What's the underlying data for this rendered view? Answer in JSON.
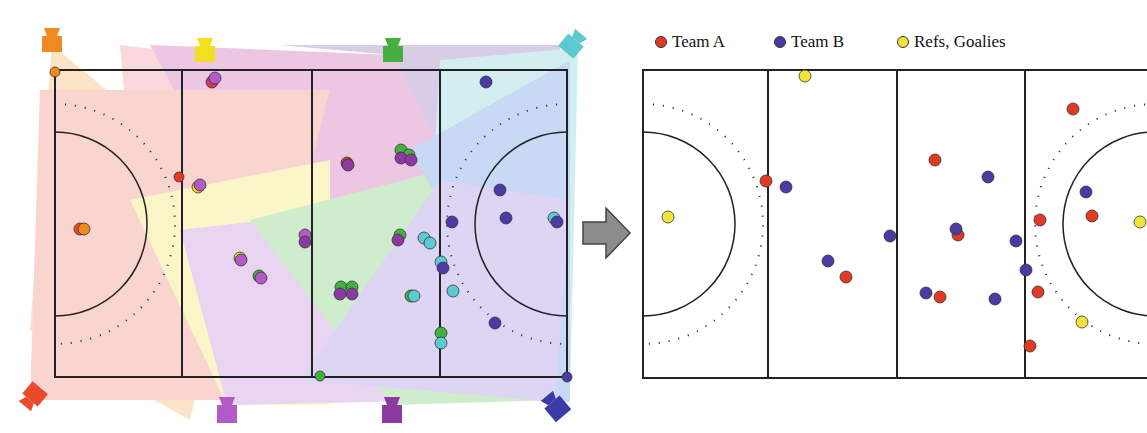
{
  "diagram": {
    "legend": [
      {
        "text": "Team A",
        "color": "#e03a24"
      },
      {
        "text": "Team B",
        "color": "#4b3aa6"
      },
      {
        "text": "Refs, Goalies",
        "color": "#f2e23a"
      }
    ]
  }
}
